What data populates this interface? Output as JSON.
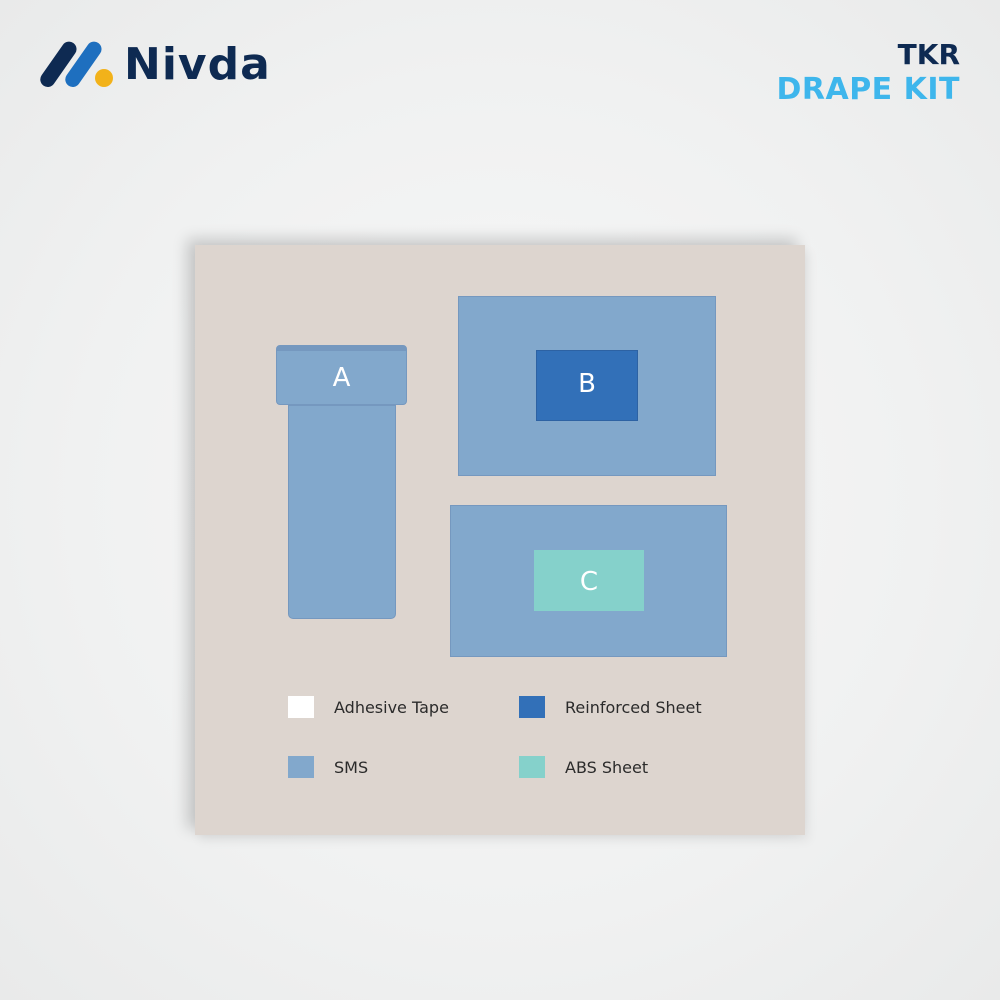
{
  "brand": {
    "name": "Nivda",
    "colors": {
      "dark_navy": "#0e2a52",
      "blue": "#1e6fbf",
      "yellow": "#f2b21a"
    }
  },
  "header": {
    "title_line1": "TKR",
    "title_line2": "DRAPE KIT",
    "colors": {
      "line1": "#0e2a52",
      "line2": "#3eb6ec"
    }
  },
  "diagram": {
    "background": "#ddd5cf",
    "components": [
      {
        "id": "A",
        "label": "A",
        "shape": "capped tube",
        "material": "SMS"
      },
      {
        "id": "B",
        "label": "B",
        "shape": "rectangle with centered reinforced panel",
        "material": "SMS",
        "inner_material": "Reinforced Sheet"
      },
      {
        "id": "C",
        "label": "C",
        "shape": "rectangle with centered ABS panel",
        "material": "SMS",
        "inner_material": "ABS Sheet"
      }
    ]
  },
  "legend": {
    "items": [
      {
        "label": "Adhesive Tape",
        "color": "#ffffff"
      },
      {
        "label": "Reinforced Sheet",
        "color": "#3270b8"
      },
      {
        "label": "SMS",
        "color": "#82a8cc"
      },
      {
        "label": "ABS Sheet",
        "color": "#85d1cb"
      }
    ]
  }
}
